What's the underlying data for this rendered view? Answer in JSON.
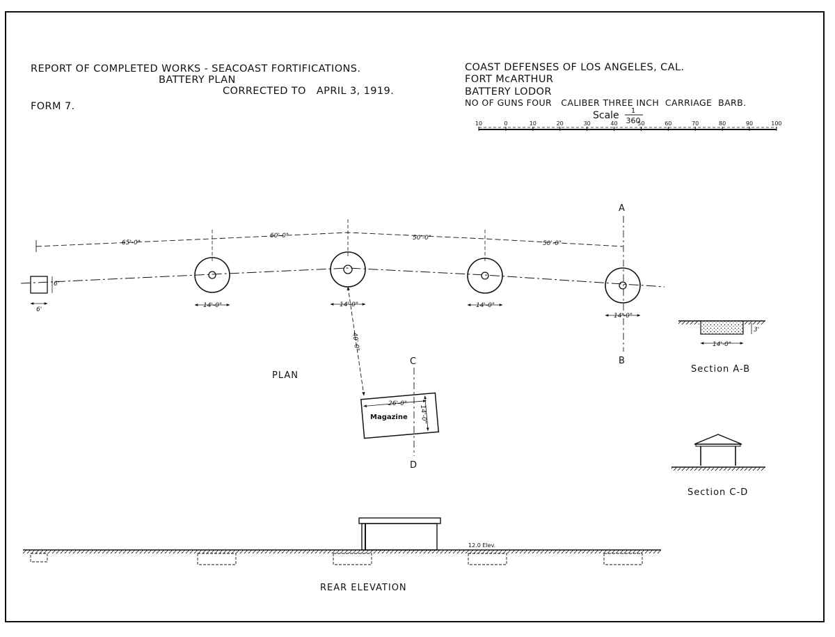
{
  "header_left": {
    "line1": "REPORT OF COMPLETED WORKS - SEACOAST FORTIFICATIONS.",
    "line2": "BATTERY PLAN",
    "line3": "CORRECTED TO   APRIL 3, 1919.",
    "form": "FORM 7."
  },
  "header_right": {
    "line1": "COAST DEFENSES OF LOS ANGELES, CAL.",
    "line2": "FORT McARTHUR",
    "line3": "BATTERY LODOR",
    "line4": "NO OF GUNS FOUR   CALIBER THREE INCH  CARRIAGE  BARB."
  },
  "scale": {
    "label": "Scale",
    "numerator": "1",
    "denominator": "360",
    "ticks": [
      "10",
      "0",
      "10",
      "20",
      "30",
      "40",
      "50",
      "60",
      "70",
      "80",
      "90",
      "100"
    ]
  },
  "plan": {
    "label": "PLAN",
    "dims": {
      "d1": "65'-0\"",
      "d2": "60'-0\"",
      "d3": "50'-0\"",
      "d4": "50'-0\"",
      "gun1": "14'-0\"",
      "gun2": "14'-0\"",
      "gun3": "14'-0\"",
      "gun4": "14'-0\"",
      "sq_w": "6'",
      "sq_h": "6'",
      "mag_dist": "40'-0\"",
      "mag_w": "26'-0\"",
      "mag_h": "14'-0\""
    },
    "magazine": "Magazine",
    "markers": {
      "a": "A",
      "b": "B",
      "c": "C",
      "d": "D"
    }
  },
  "section_ab": {
    "label": "Section  A-B",
    "dim": "14'-0\"",
    "depth": "3'"
  },
  "section_cd": {
    "label": "Section  C-D"
  },
  "elevation": {
    "label": "REAR  ELEVATION",
    "elev": "12.0 Elev."
  }
}
